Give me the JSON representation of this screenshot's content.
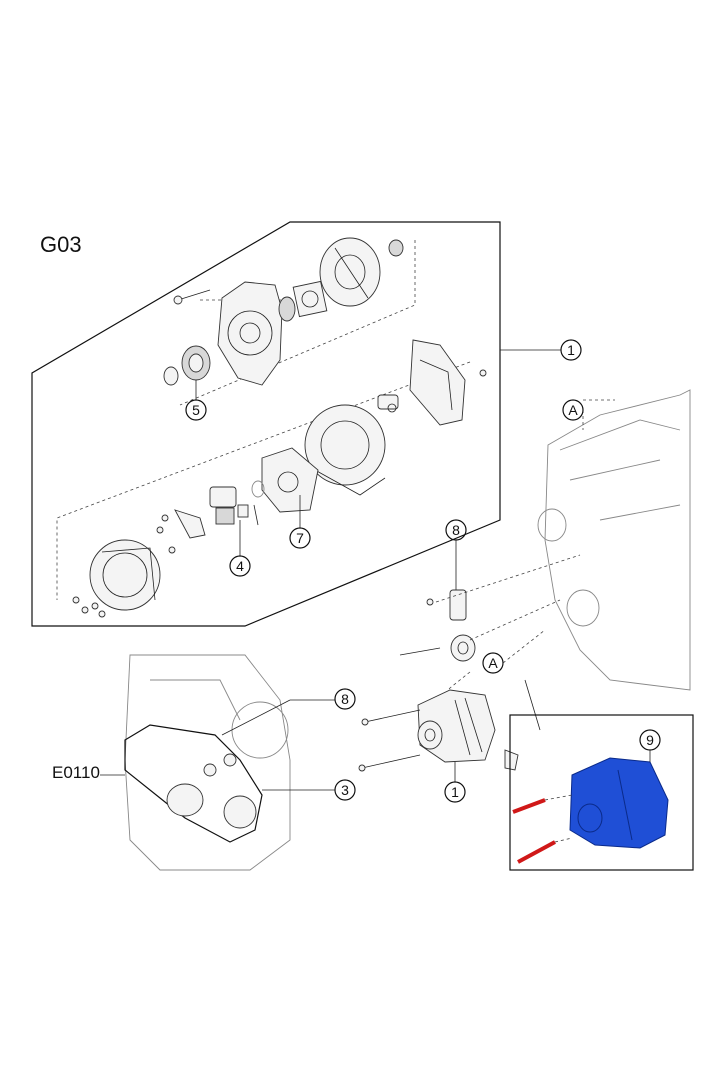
{
  "diagram": {
    "group_label": "G03",
    "reference_label": "E0110",
    "callouts": {
      "c1_upper": "1",
      "c1_lower": "1",
      "c3": "3",
      "c4": "4",
      "c5": "5",
      "c7": "7",
      "c8_upper": "8",
      "c8_lower": "8",
      "c9": "9",
      "cA_upper": "A",
      "cA_lower": "A"
    },
    "colors": {
      "highlight_part": "#1f4fd6",
      "highlight_bolts": "#d01818"
    }
  }
}
